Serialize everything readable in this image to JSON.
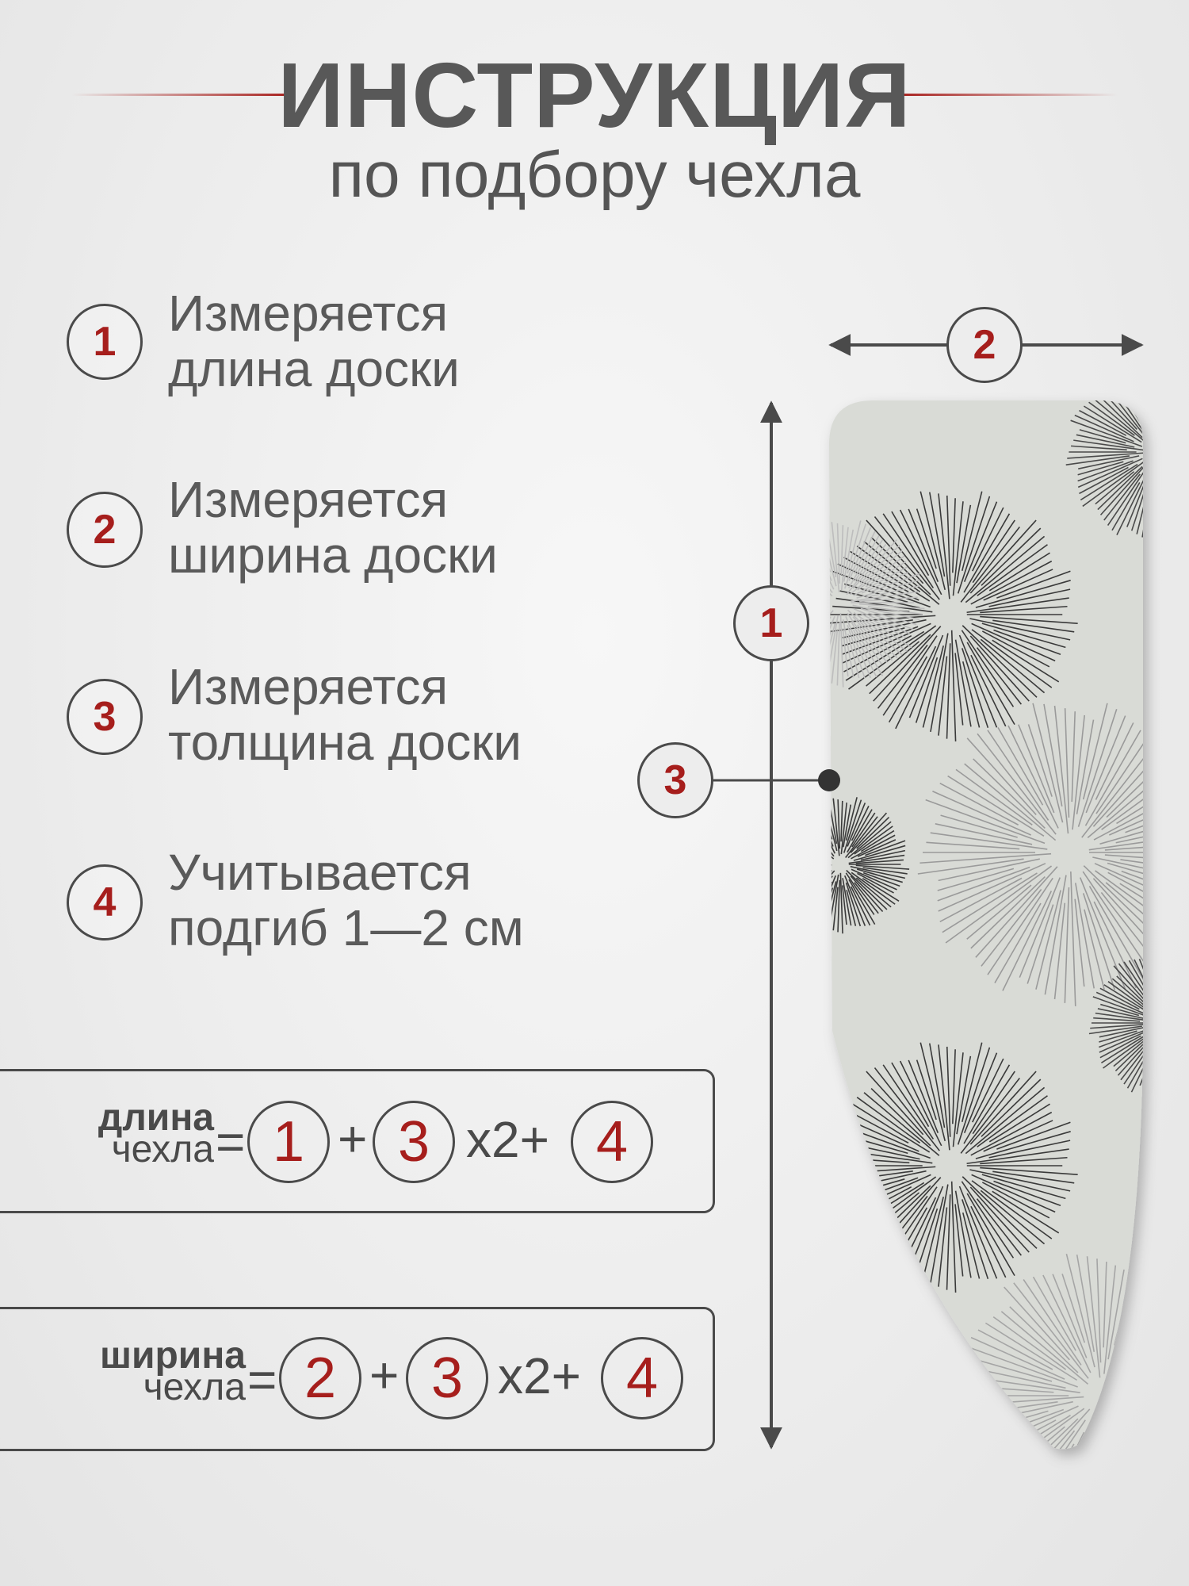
{
  "header": {
    "title": "ИНСТРУКЦИЯ",
    "subtitle": "по подбору чехла"
  },
  "steps": [
    {
      "num": "1",
      "line1": "Измеряется",
      "line2": "длина доски"
    },
    {
      "num": "2",
      "line1": "Измеряется",
      "line2": "ширина доски"
    },
    {
      "num": "3",
      "line1": "Измеряется",
      "line2": "толщина доски"
    },
    {
      "num": "4",
      "line1": "Учитывается",
      "line2": "подгиб 1—2 см"
    }
  ],
  "formulas": {
    "length": {
      "label_bold": "длина",
      "label_norm": "чехла",
      "eq": "=",
      "a": "1",
      "plus1": "+",
      "b": "3",
      "times": "x2+",
      "c": "4"
    },
    "width": {
      "label_bold": "ширина",
      "label_norm": "чехла",
      "eq": "=",
      "a": "2",
      "plus1": "+",
      "b": "3",
      "times": "x2+",
      "c": "4"
    }
  },
  "diagram": {
    "width_marker": "2",
    "length_marker": "1",
    "thickness_marker": "3"
  },
  "colors": {
    "accent": "#a61e1c",
    "ink": "#4a4a4a",
    "text": "#5a5a5a"
  }
}
